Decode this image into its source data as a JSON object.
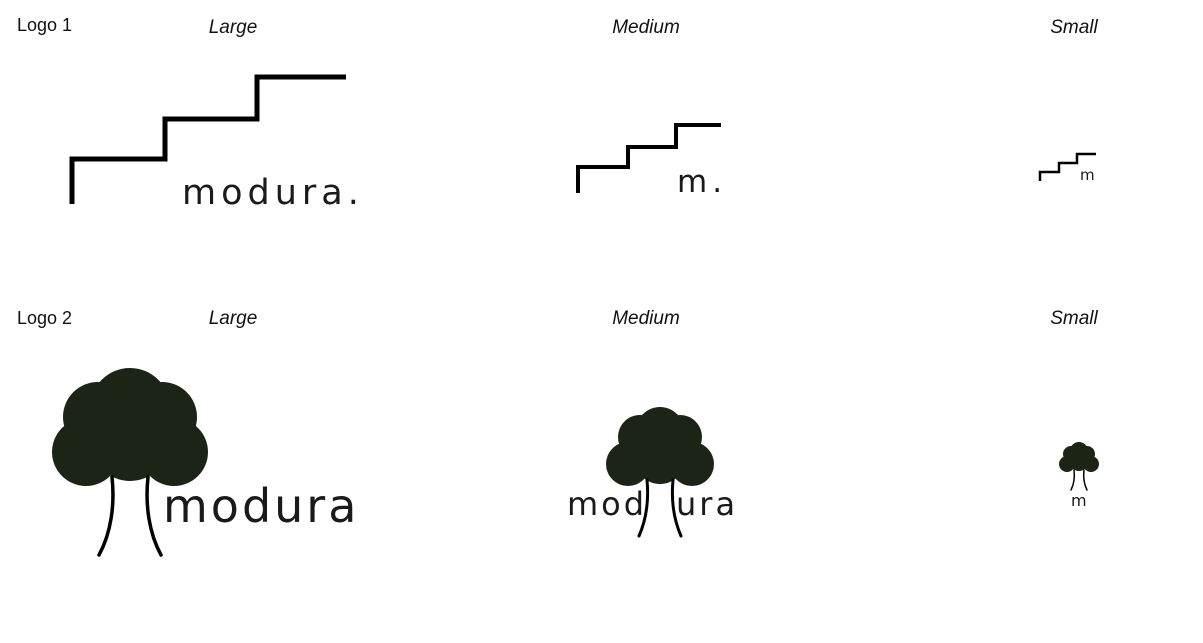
{
  "rows": [
    {
      "label": "Logo 1",
      "sizes": [
        {
          "label": "Large",
          "wordmark": "modura."
        },
        {
          "label": "Medium",
          "wordmark": "m."
        },
        {
          "label": "Small",
          "wordmark": "m"
        }
      ]
    },
    {
      "label": "Logo 2",
      "sizes": [
        {
          "label": "Large",
          "wordmark": "modura"
        },
        {
          "label": "Medium",
          "wordmark_left": "mod",
          "wordmark_right": "ura"
        },
        {
          "label": "Small",
          "wordmark": "m"
        }
      ]
    }
  ],
  "colors": {
    "stroke": "#000000",
    "tree_fill": "#1c2415",
    "text": "#1a1a1a"
  },
  "icons": [
    "stairs-icon",
    "tree-icon"
  ]
}
